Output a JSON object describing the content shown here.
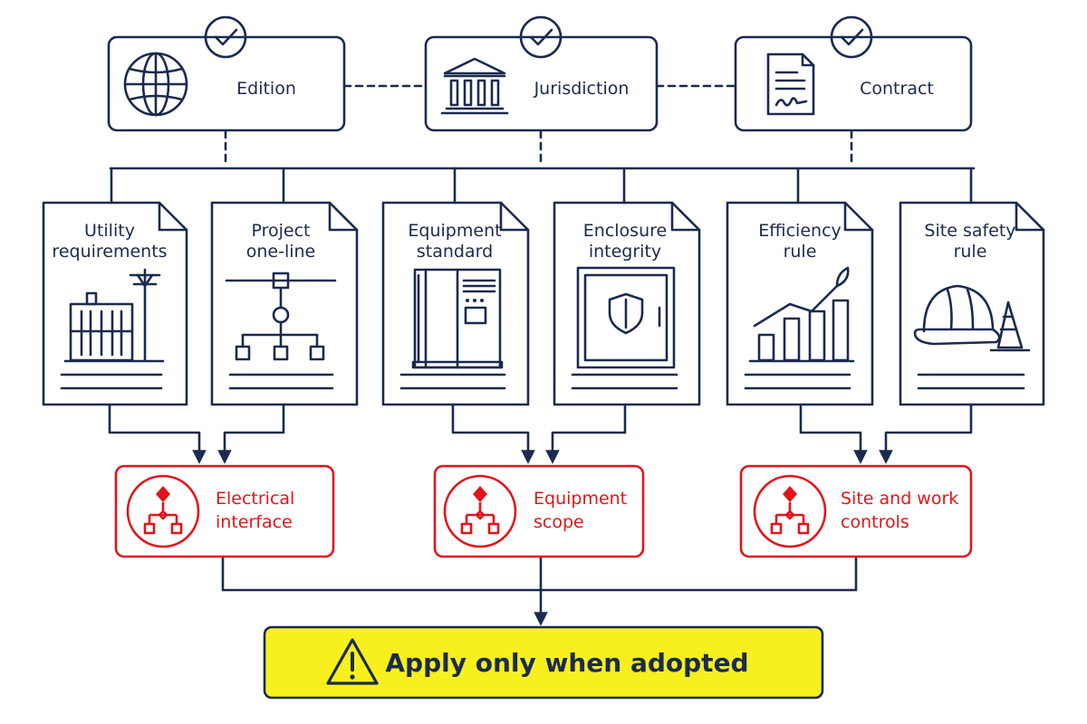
{
  "top_boxes": [
    {
      "label": "Edition",
      "icon": "globe-icon"
    },
    {
      "label": "Jurisdiction",
      "icon": "courthouse-icon"
    },
    {
      "label": "Contract",
      "icon": "contract-document-icon"
    }
  ],
  "documents": [
    {
      "lines": [
        "Utility",
        "requirements"
      ],
      "icon": "utility-substation-icon"
    },
    {
      "lines": [
        "Project",
        "one-line"
      ],
      "icon": "one-line-diagram-icon"
    },
    {
      "lines": [
        "Equipment",
        "standard"
      ],
      "icon": "switchgear-cabinet-icon"
    },
    {
      "lines": [
        "Enclosure",
        "integrity"
      ],
      "icon": "shielded-enclosure-icon"
    },
    {
      "lines": [
        "Efficiency",
        "rule"
      ],
      "icon": "growth-chart-icon"
    },
    {
      "lines": [
        "Site safety",
        "rule"
      ],
      "icon": "hard-hat-cone-icon"
    }
  ],
  "groups": [
    {
      "lines": [
        "Electrical",
        "interface"
      ],
      "icon": "red-hierarchy-icon"
    },
    {
      "lines": [
        "Equipment",
        "scope"
      ],
      "icon": "red-hierarchy-icon"
    },
    {
      "lines": [
        "Site and work",
        "controls"
      ],
      "icon": "red-hierarchy-icon"
    }
  ],
  "banner": {
    "text": "Apply only when adopted",
    "icon": "warning-icon"
  },
  "colors": {
    "navy": "#1b2a4e",
    "red": "#e3141b",
    "banner_fill": "#f7f01e"
  }
}
